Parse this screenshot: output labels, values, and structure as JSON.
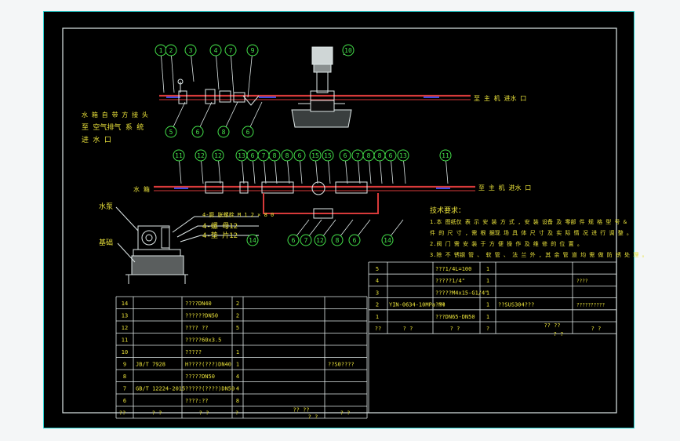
{
  "colors": {
    "background": "#000000",
    "frame": "#2ad2d2",
    "pipe": "#d83a3a",
    "balloon": "#44e24a",
    "text": "#e8e03a"
  },
  "top_balloons": [
    "1",
    "2",
    "3",
    "4",
    "7",
    "9",
    "10"
  ],
  "top_balloons_below": [
    "5",
    "6",
    "8",
    "6"
  ],
  "mid_balloons": [
    "11",
    "12",
    "12",
    "13",
    "6",
    "7",
    "8",
    "8",
    "6",
    "15",
    "15",
    "6",
    "7",
    "8",
    "8",
    "6",
    "13",
    "11"
  ],
  "low_balloons": [
    "6",
    "7",
    "12",
    "8",
    "6",
    "14",
    "14"
  ],
  "labels": {
    "top_left_1": "水 箱 自 带 方 接 头",
    "top_left_2": "至 空气排气 系 统",
    "top_left_3": "进 水 口",
    "top_right": "至 主 机 进水 口",
    "mid_left": "水 箱",
    "mid_right": "至 主 机 进水 口",
    "pump": "水泵",
    "base": "基础",
    "callout_1": "4-膨 胀螺栓 M 1 2 × 8 0",
    "callout_2": "4-螺 母12",
    "callout_3": "4-垫 片12"
  },
  "tech_notes": {
    "title": "技术要求：",
    "lines": [
      "1.本 图纸仅 表 示 安 装 方 式 , 安 装 设备 及 零部 件 规 格 型 号 &",
      "件 的 尺 寸 , 需 根 据现 场 具 体 尺 寸 及 实 际 情 况 进 行 调 整 。",
      "2.阀 门 需 安 装 于 方 便 操 作 及 维 修 的 位 置 。",
      "3.除 不 锈钢 管 、 软 管 、 法 兰 外 , 其 余 管 道 均 需 做 防 锈 处 理 。"
    ]
  },
  "bom_left": [
    {
      "no": "14",
      "code": "",
      "name": "????DN40",
      "qty": "2",
      "mat": ""
    },
    {
      "no": "13",
      "code": "",
      "name": "??????DN50",
      "qty": "2",
      "mat": ""
    },
    {
      "no": "12",
      "code": "",
      "name": "???? ??",
      "qty": "5",
      "mat": ""
    },
    {
      "no": "11",
      "code": "",
      "name": "?????60x3.5",
      "qty": "",
      "mat": ""
    },
    {
      "no": "10",
      "code": "",
      "name": "?????",
      "qty": "1",
      "mat": ""
    },
    {
      "no": "9",
      "code": "JB/T 7928",
      "name": "H????(???)DN40",
      "qty": "1",
      "mat": "??S0????"
    },
    {
      "no": "8",
      "code": "",
      "name": "?????DN50",
      "qty": "4",
      "mat": ""
    },
    {
      "no": "7",
      "code": "GB/T 12224-2015",
      "name": "?????(????)DN50",
      "qty": "4",
      "mat": ""
    },
    {
      "no": "6",
      "code": "",
      "name": "????:??",
      "qty": "8",
      "mat": ""
    }
  ],
  "bom_left_footer": [
    "??",
    "?  ?",
    "?  ?",
    "?",
    "?? ??",
    "? ?",
    "?  ?"
  ],
  "bom_right": [
    {
      "no": "5",
      "code": "",
      "name": "???1/4L=100",
      "qty": "1",
      "mat": ""
    },
    {
      "no": "4",
      "code": "",
      "name": "?????1/4\"",
      "qty": "1",
      "mat": "",
      "extra": "????"
    },
    {
      "no": "3",
      "code": "",
      "name": "?????M4x15-G1/4\"",
      "qty": "1",
      "mat": ""
    },
    {
      "no": "2",
      "code": "YIN-0634-10MPa M4",
      "name": "???",
      "qty": "1",
      "mat": "??SUS304???",
      "extra": "??????????"
    },
    {
      "no": "1",
      "code": "",
      "name": "???DN65-DN50",
      "qty": "1",
      "mat": ""
    }
  ],
  "bom_right_footer": [
    "??",
    "?  ?",
    "?  ?",
    "?",
    "?? ??",
    "? ?",
    "?  ?"
  ]
}
